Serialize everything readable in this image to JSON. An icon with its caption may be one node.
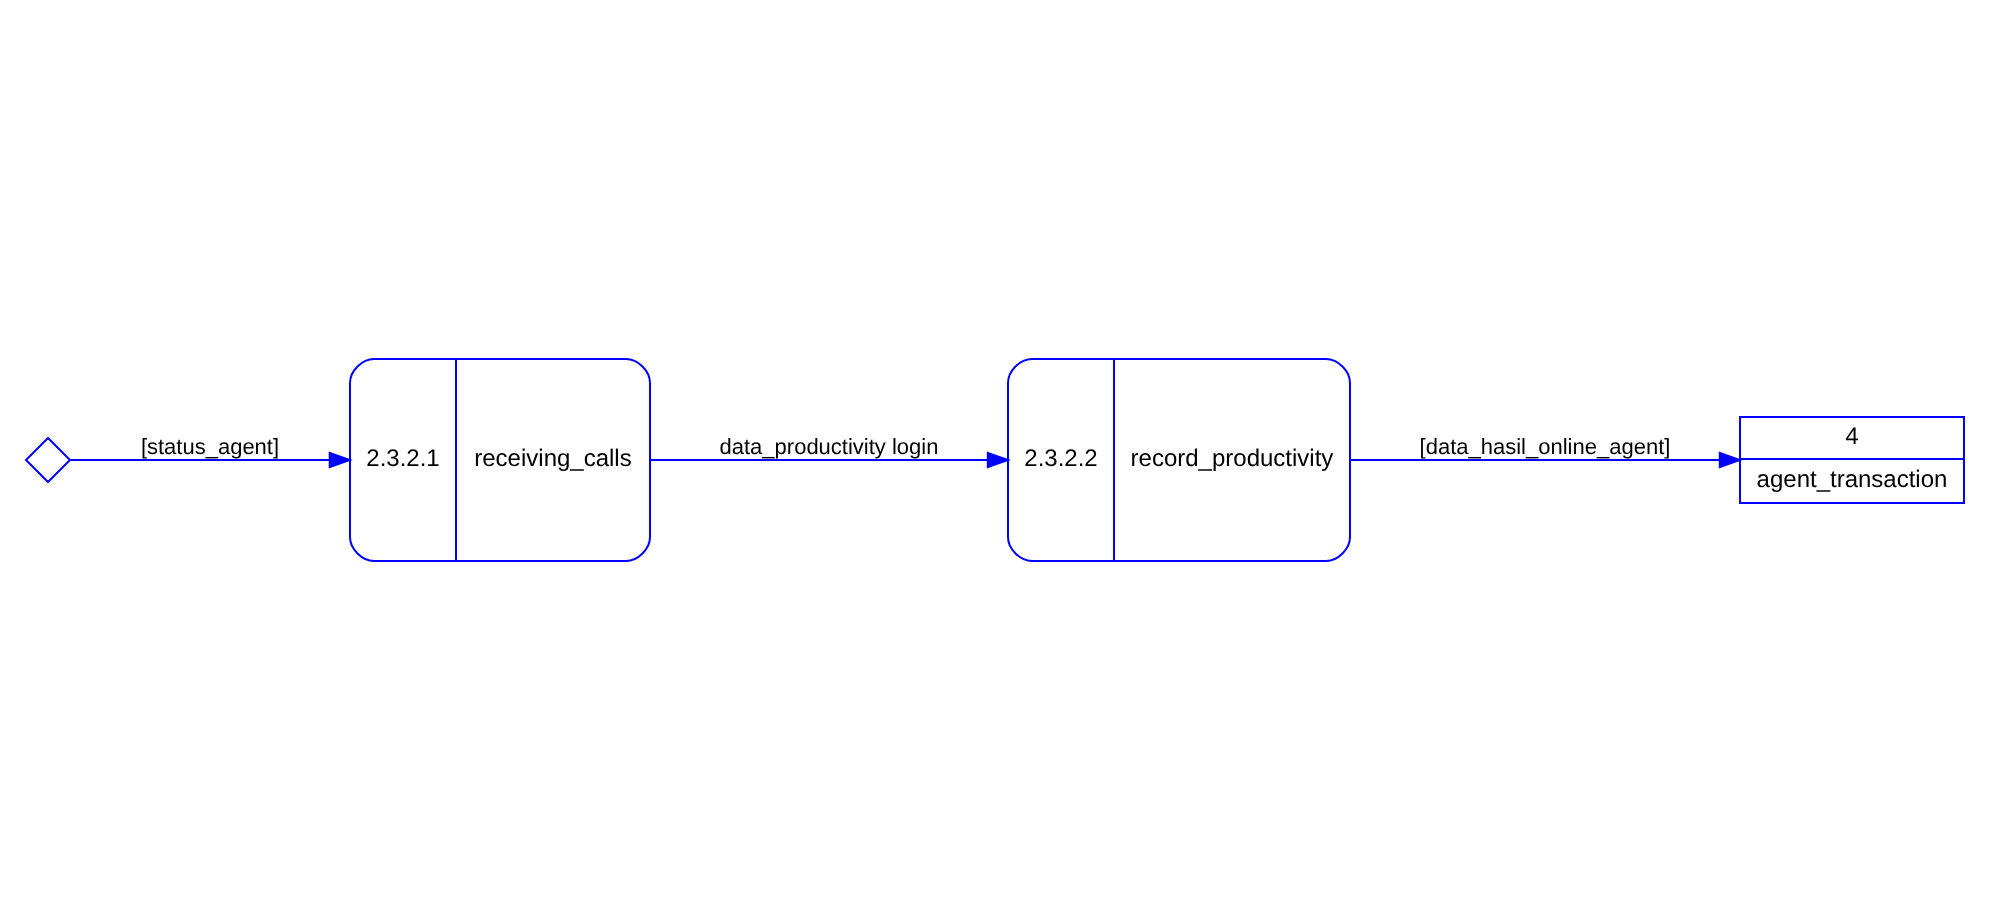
{
  "diagram": {
    "nodes": [
      {
        "text": [
          "2.3.2.2",
          "record_productivity"
        ]
      },
      {
        "text": [
          "4",
          "agent_transaction"
        ]
      },
      {
        "text": [
          "2.3.2.1",
          "receiving_calls"
        ]
      },
      {
        "text": [],
        "shape": "diamond"
      }
    ],
    "edges": [
      {
        "from": 0,
        "to": 1,
        "arrow": "to",
        "label": "[data_hasil_online_agent]"
      },
      {
        "from": 2,
        "to": 0,
        "arrow": "to",
        "label": "data_productivity login"
      },
      {
        "from": 3,
        "to": 2,
        "arrow": "to",
        "label": "[status_agent]"
      }
    ]
  }
}
